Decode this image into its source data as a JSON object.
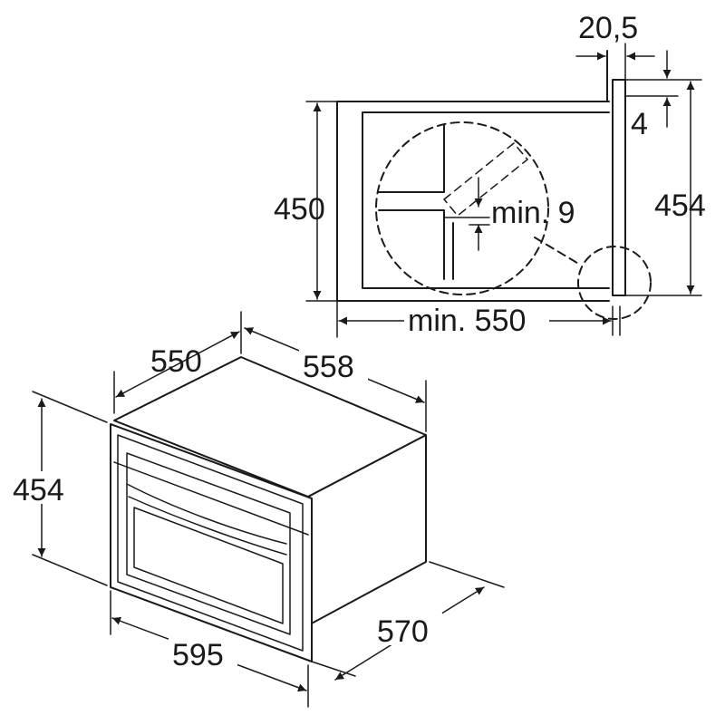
{
  "diagram": {
    "labels": {
      "gap_top": "20,5",
      "gap_small": "4",
      "niche_height": "450",
      "niche_height_outer": "454",
      "min_gap": "min. 9",
      "niche_depth": "min. 550",
      "depth_top": "550",
      "width_top": "558",
      "appliance_height": "454",
      "depth_total": "570",
      "width_front": "595"
    }
  }
}
